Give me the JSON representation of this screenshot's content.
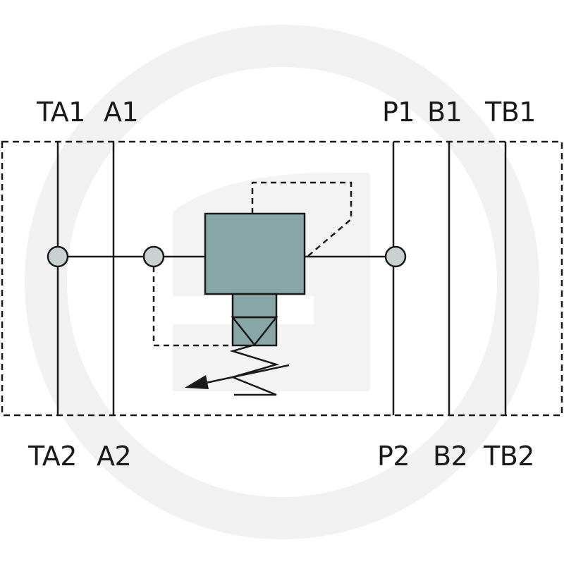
{
  "diagram": {
    "colors": {
      "line": "#1a1a1a",
      "valve_body": "#89a6a6",
      "port_dot": "#c8d0d0",
      "watermark": "#f1f1f1"
    },
    "ports_top": {
      "ta1": "TA1",
      "a1": "A1",
      "p1": "P1",
      "b1": "B1",
      "tb1": "TB1"
    },
    "ports_bottom": {
      "ta2": "TA2",
      "a2": "A2",
      "p2": "P2",
      "b2": "B2",
      "tb2": "TB2"
    }
  }
}
